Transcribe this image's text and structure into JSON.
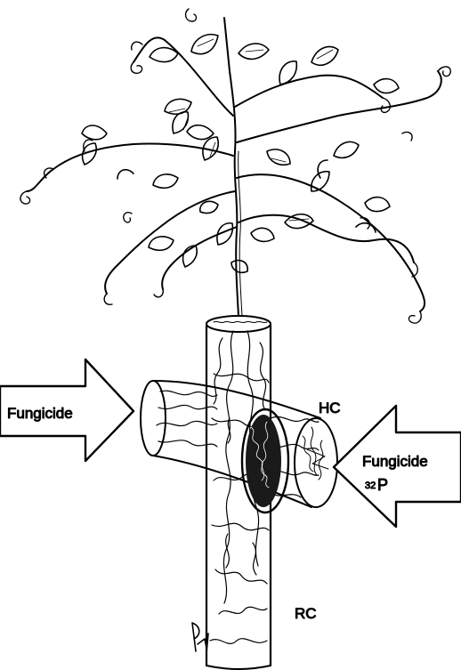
{
  "labels": {
    "left_arrow": "Fungicide",
    "right_arrow_line1": "Fungicide",
    "right_arrow_isotope_mass": "32",
    "right_arrow_isotope_symbol": "P",
    "hc": "HC",
    "rc": "RC"
  },
  "colors": {
    "ink": "#000000",
    "paper": "#ffffff"
  }
}
